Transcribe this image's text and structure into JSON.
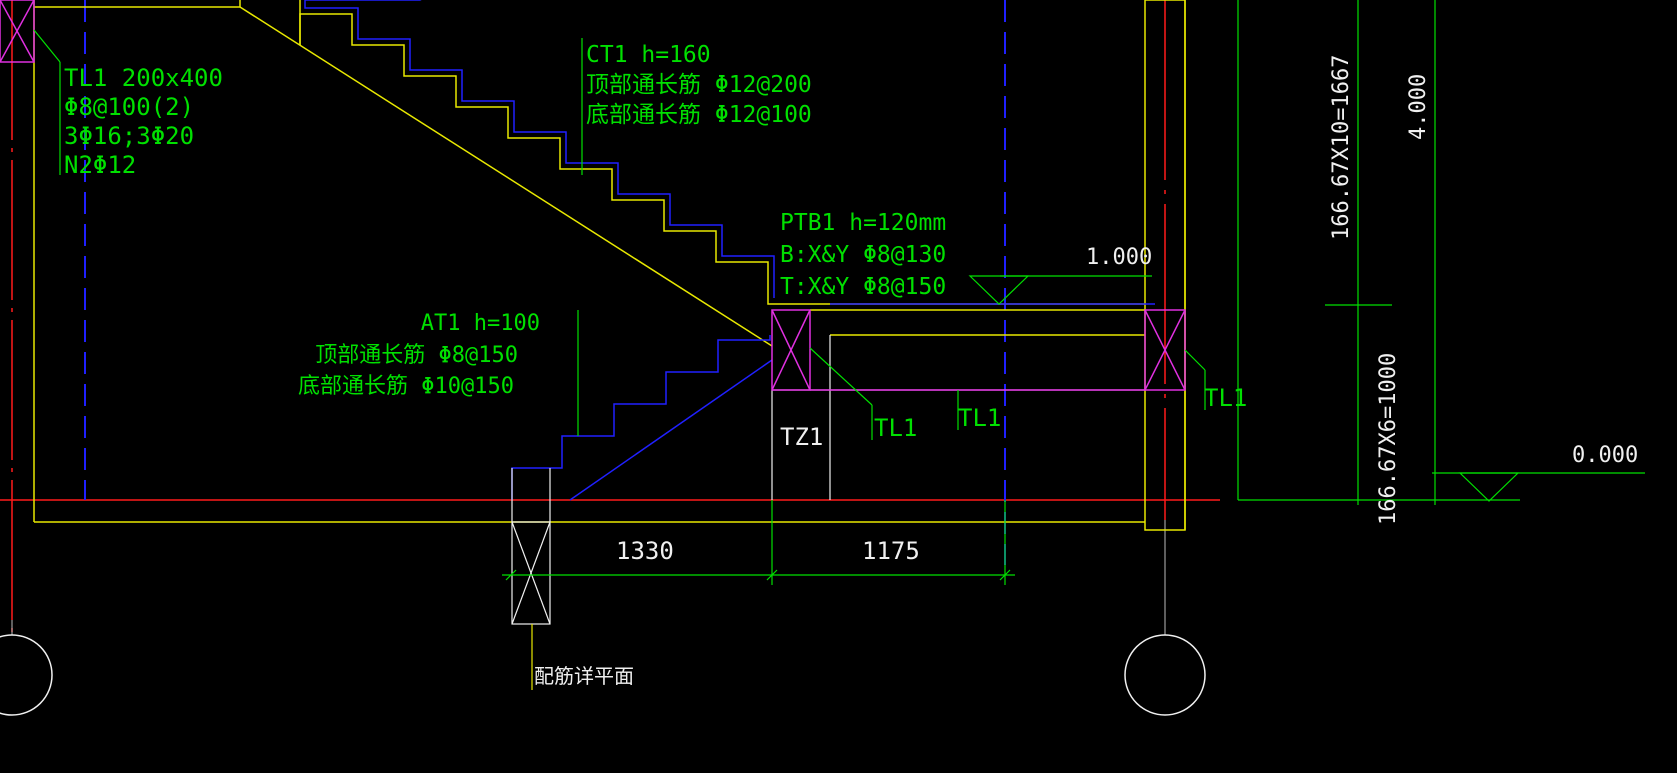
{
  "colors": {
    "background": "#000000",
    "yellow": "#e8e800",
    "blue": "#2020ff",
    "red": "#ff1a1a",
    "green": "#00e000",
    "magenta": "#e030e0",
    "white": "#f0f0f0"
  },
  "labels": {
    "tl1_spec": [
      "TL1 200x400",
      "Φ8@100(2)",
      "3Φ16;3Φ20",
      "N2Φ12"
    ],
    "ct1_spec": [
      "CT1 h=160",
      "顶部通长筋 Φ12@200",
      "底部通长筋 Φ12@100"
    ],
    "ptb1_spec": [
      "PTB1 h=120mm",
      "B:X&Y Φ8@130",
      "T:X&Y Φ8@150"
    ],
    "at1_spec": [
      "AT1 h=100",
      "顶部通长筋 Φ8@150",
      "底部通长筋 Φ10@150"
    ],
    "tz1": "TZ1",
    "tl1_a": "TL1",
    "tl1_b": "TL1",
    "tl1_c": "TL1",
    "rebar_note": "配筋详平面"
  },
  "elevations": {
    "landing": "1.000",
    "ground": "0.000"
  },
  "dimensions": {
    "horizontal": [
      "1330",
      "1175"
    ],
    "vertical": [
      "166.67X10=1667",
      "166.67X6=1000",
      "4.000"
    ]
  }
}
